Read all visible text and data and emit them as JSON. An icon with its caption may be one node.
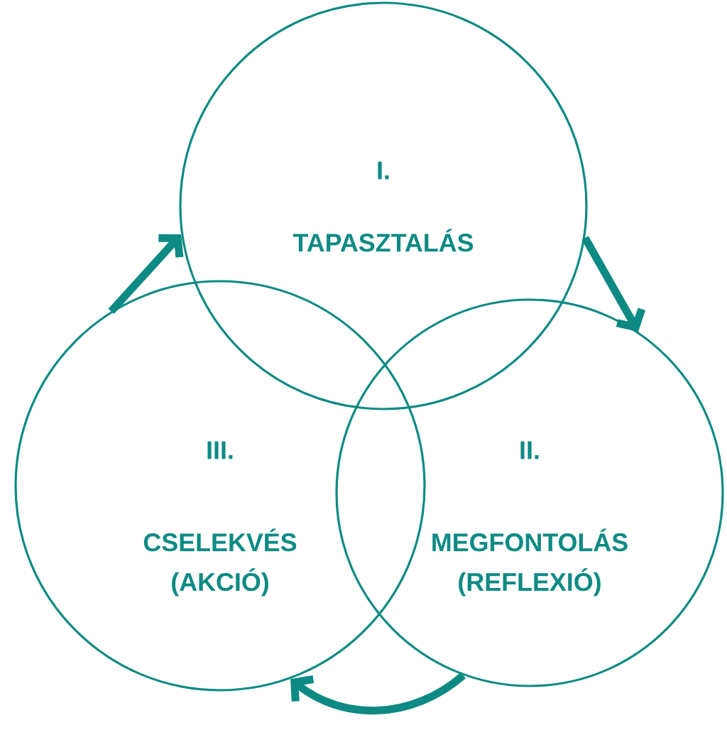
{
  "diagram": {
    "nodes": [
      {
        "text": [
          "I.",
          "TAPASZTALÁS"
        ]
      },
      {
        "text": [
          "II.",
          "MEGFONTOLÁS (REFLEXIÓ)"
        ]
      },
      {
        "text": [
          "III.",
          "CSELEKVÉS (AKCIÓ)"
        ]
      }
    ],
    "edges": [
      {
        "from": 2,
        "to": 0,
        "arrow": "to"
      },
      {
        "from": 0,
        "to": 1,
        "arrow": "to"
      },
      {
        "from": 1,
        "to": 2,
        "arrow": "to"
      }
    ]
  }
}
